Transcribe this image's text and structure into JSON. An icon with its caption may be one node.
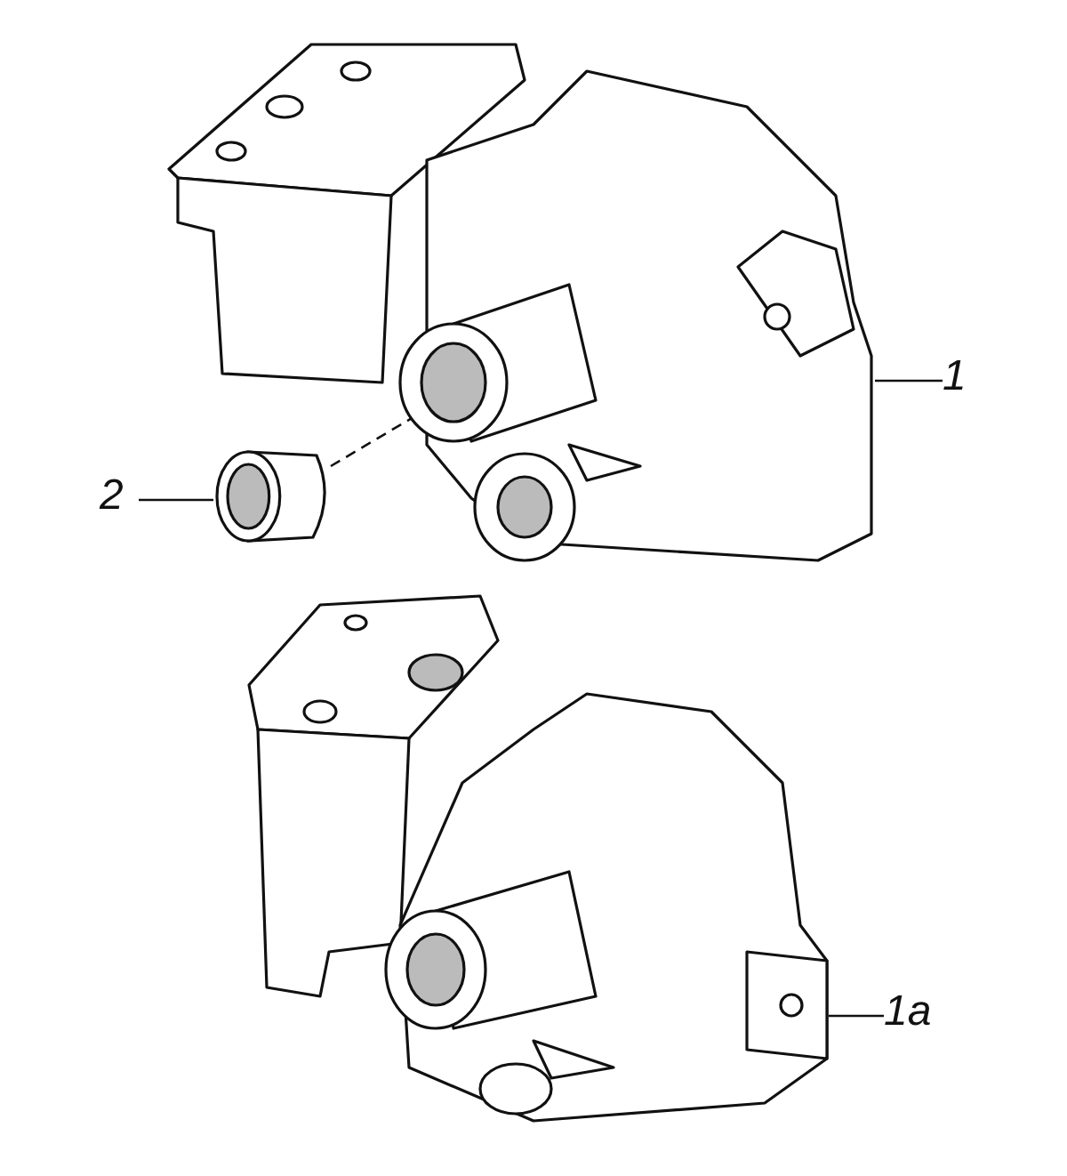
{
  "diagram": {
    "nodes": [
      {
        "text": [
          "1"
        ]
      },
      {
        "text": [],
        "shape": "picture"
      },
      {
        "text": [
          "2"
        ]
      },
      {
        "text": [],
        "shape": "cylinder"
      },
      {
        "text": [
          "1a"
        ]
      },
      {
        "text": [],
        "shape": "picture"
      }
    ],
    "edges": [
      {
        "from": 0,
        "to": 1,
        "arrow": "none"
      },
      {
        "from": 2,
        "to": 3,
        "arrow": "none"
      },
      {
        "from": 4,
        "to": 5,
        "arrow": "none"
      },
      {
        "from": 3,
        "to": 1,
        "arrow": "none",
        "style": "dashed"
      }
    ]
  }
}
